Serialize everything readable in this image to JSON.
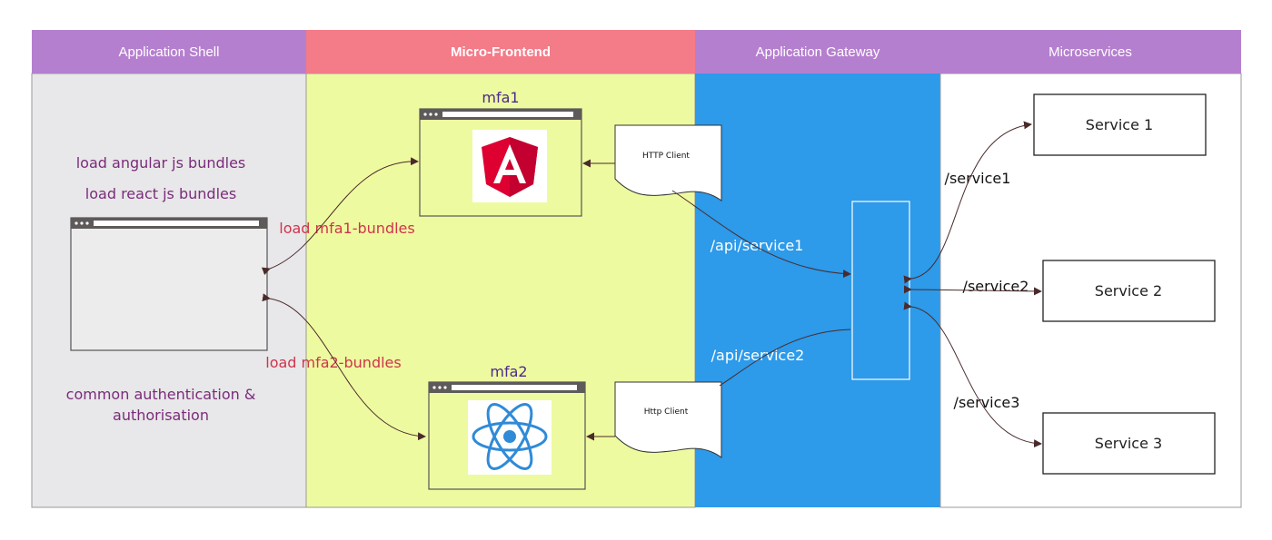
{
  "lanes": {
    "shell": {
      "title": "Application Shell",
      "header_color": "#b57fcf",
      "body_color": "#e8e7e9"
    },
    "mfe": {
      "title": "Micro-Frontend",
      "header_color": "#f47b88",
      "body_color": "#eefaa0"
    },
    "gateway": {
      "title": "Application Gateway",
      "header_color": "#b57fcf",
      "body_color": "#2d9aea"
    },
    "services": {
      "title": "Microservices",
      "header_color": "#b57fcf",
      "body_color": "#ffffff"
    }
  },
  "shell": {
    "load_angular": "load angular js bundles",
    "load_react": "load react js bundles",
    "auth_line1": "common authentication &",
    "auth_line2": "authorisation",
    "text_color": "#7a2c7a"
  },
  "mfe": {
    "mfa1_title": "mfa1",
    "mfa2_title": "mfa2",
    "load_mfa1": "load mfa1-bundles",
    "load_mfa2": "load mfa2-bundles",
    "title_color": "#4b2a8c",
    "load_color": "#d0344c",
    "angular_icon": "angular-logo",
    "react_icon": "react-logo",
    "angular_color": "#dd0031",
    "react_color": "#2f8ad8"
  },
  "gateway": {
    "http_client_1": "HTTP Client",
    "http_client_2": "Http Client",
    "route1": "/api/service1",
    "route2": "/api/service2"
  },
  "services": {
    "service1": "Service 1",
    "service2": "Service 2",
    "service3": "Service 3",
    "route1": "/service1",
    "route2": "/service2",
    "route3": "/service3"
  }
}
